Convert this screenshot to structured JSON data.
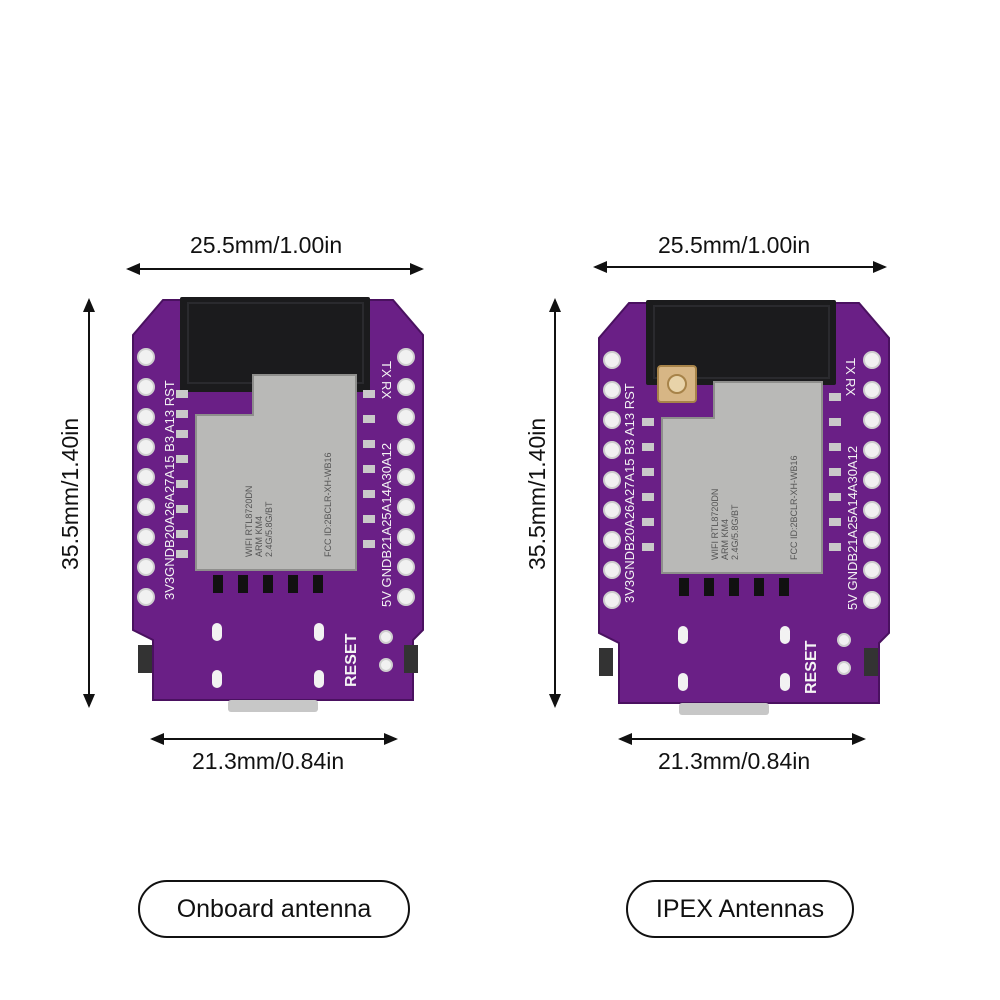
{
  "products": [
    {
      "width_label": "25.5mm/1.00in",
      "height_label": "35.5mm/1.40in",
      "bottom_width_label": "21.3mm/0.84in",
      "caption": "Onboard antenna",
      "board": {
        "left_pins": "3V3GNDB20A26A27A15 B3 A13 RST",
        "right_pins_top": "TX",
        "right_pins_mid": "RX",
        "right_pins_bottom": "5V GNDB21A25A14A30A12",
        "reset_label": "RESET",
        "module_text_1": "WIFI RTL8720DN",
        "module_text_2": "ARM  KM4",
        "module_text_3": "2.4G/5.8G/BT",
        "module_text_4": "FCC ID:2BCLR-XH-WB16"
      }
    },
    {
      "width_label": "25.5mm/1.00in",
      "height_label": "35.5mm/1.40in",
      "bottom_width_label": "21.3mm/0.84in",
      "caption": "IPEX Antennas",
      "board": {
        "left_pins": "3V3GNDB20A26A27A15 B3 A13 RST",
        "right_pins_top": "TX",
        "right_pins_mid": "RX",
        "right_pins_bottom": "5V GNDB21A25A14A30A12",
        "reset_label": "RESET",
        "module_text_1": "WIFI RTL8720DN",
        "module_text_2": "ARM  KM4",
        "module_text_3": "2.4G/5.8G/BT",
        "module_text_4": "FCC ID:2BCLR-XH-WB16"
      }
    }
  ],
  "colors": {
    "pcb": "#6a1f86",
    "pcb_dark": "#4a1160",
    "shield": "#b9b9b7",
    "antenna": "#1b1b1d"
  }
}
